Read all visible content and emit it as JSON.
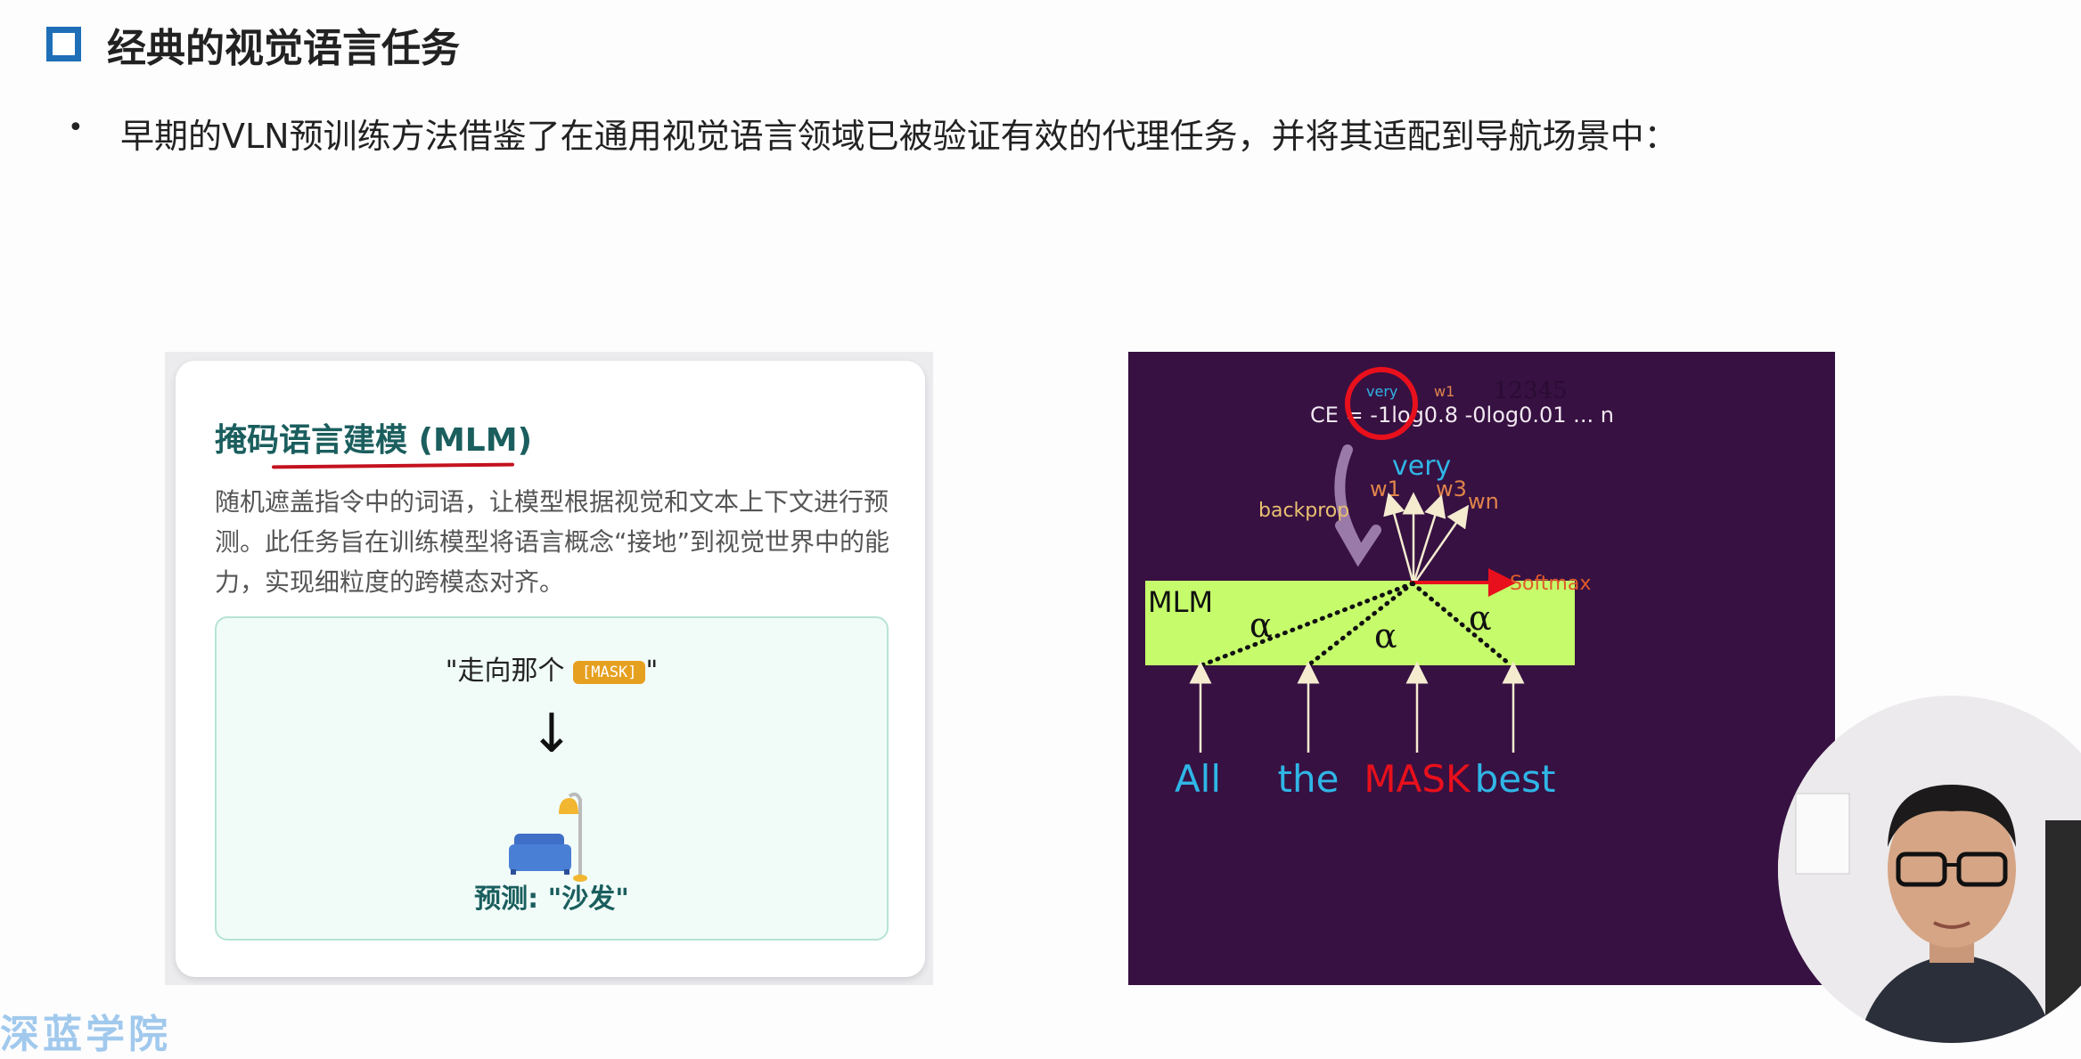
{
  "header": {
    "title": "经典的视觉语言任务"
  },
  "bullet": {
    "text": "早期的VLN预训练方法借鉴了在通用视觉语言领域已被验证有效的代理任务，并将其适配到导航场景中："
  },
  "card": {
    "title": "掩码语言建模 (MLM)",
    "description": "随机遮盖指令中的词语，让模型根据视觉和文本上下文进行预测。此任务旨在训练模型将语言概念“接地”到视觉世界中的能力，实现细粒度的跨模态对齐。",
    "example": {
      "sentence_prefix": "\"走向那个 ",
      "mask_token": "[MASK]",
      "sentence_suffix": "\"",
      "arrow": "↓",
      "prediction": "预测: \"沙发\""
    }
  },
  "diagram": {
    "ce_formula": "CE = -1log0.8 -0log0.01 ...  n",
    "ce_label_very": "very",
    "ce_label_w1": "w1",
    "faint_number": "12345",
    "backprop": "backprop",
    "outputs": [
      "w1",
      "very",
      "w3",
      "wn"
    ],
    "softmax": "Softmax",
    "block_label": "MLM",
    "alpha": "α",
    "tokens": [
      "All",
      "the",
      "MASK",
      "best"
    ],
    "colors": {
      "background": "#371142",
      "block": "#c6fb6c",
      "token": "#2fb6e6",
      "mask": "#e8101c",
      "output_w": "#e0844a"
    }
  },
  "watermark": "深蓝学院"
}
